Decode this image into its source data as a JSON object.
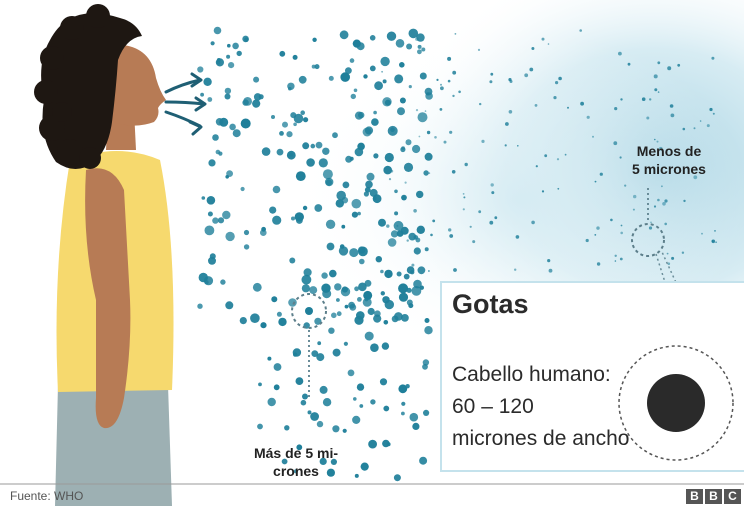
{
  "labels": {
    "small_droplets": "Menos de 5 micrones",
    "large_droplets": "Más de 5 mi-crones"
  },
  "info_box": {
    "title": "Gotas",
    "hair_label": "Cabello humano:",
    "hair_range": "60 – 120",
    "hair_unit": "micrones de ancho"
  },
  "footer": {
    "source": "Fuente: WHO",
    "logo_letters": [
      "B",
      "B",
      "C"
    ]
  },
  "colors": {
    "droplet": "#1f7f9a",
    "mist": "#b9dde9",
    "skin": "#b77b55",
    "hair": "#1e1712",
    "shirt": "#f6d96e",
    "pants": "#9db0b3",
    "hair_cross_section": "#2a2a2a"
  },
  "icons": [
    "woman-figure-icon",
    "exhale-arrows-icon",
    "hair-cross-section-icon",
    "magnifier-ring-icon"
  ]
}
